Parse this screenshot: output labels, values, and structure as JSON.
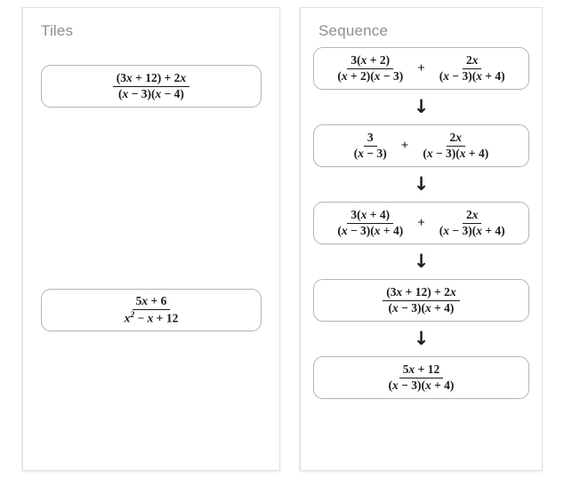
{
  "tiles_panel": {
    "title": "Tiles",
    "tiles": [
      {
        "id": "tile-0",
        "numerator": "(3x + 12) + 2x",
        "denominator": "(x − 3)(x − 4)"
      },
      {
        "id": "tile-1",
        "numerator": "5x + 6",
        "denominator": "x² − x + 12"
      }
    ]
  },
  "sequence_panel": {
    "title": "Sequence",
    "arrow_glyph": "↓",
    "operator": "+",
    "steps": [
      {
        "id": "step-1",
        "terms": [
          {
            "numerator": "3(x + 2)",
            "denominator": "(x + 2)(x − 3)"
          },
          {
            "numerator": "2x",
            "denominator": "(x − 3)(x + 4)"
          }
        ]
      },
      {
        "id": "step-2",
        "terms": [
          {
            "numerator": "3",
            "denominator": "(x − 3)"
          },
          {
            "numerator": "2x",
            "denominator": "(x − 3)(x + 4)"
          }
        ]
      },
      {
        "id": "step-3",
        "terms": [
          {
            "numerator": "3(x + 4)",
            "denominator": "(x − 3)(x + 4)"
          },
          {
            "numerator": "2x",
            "denominator": "(x − 3)(x + 4)"
          }
        ]
      },
      {
        "id": "step-4",
        "terms": [
          {
            "numerator": "(3x + 12) + 2x",
            "denominator": "(x − 3)(x + 4)"
          }
        ]
      },
      {
        "id": "step-5",
        "terms": [
          {
            "numerator": "5x + 12",
            "denominator": "(x − 3)(x + 4)"
          }
        ]
      }
    ]
  },
  "colors": {
    "panel_border": "#e3e3e3",
    "tile_border": "#b6b6b6",
    "title_text": "#8f8f8f",
    "math_text": "#1a1a1a",
    "background": "#ffffff"
  }
}
